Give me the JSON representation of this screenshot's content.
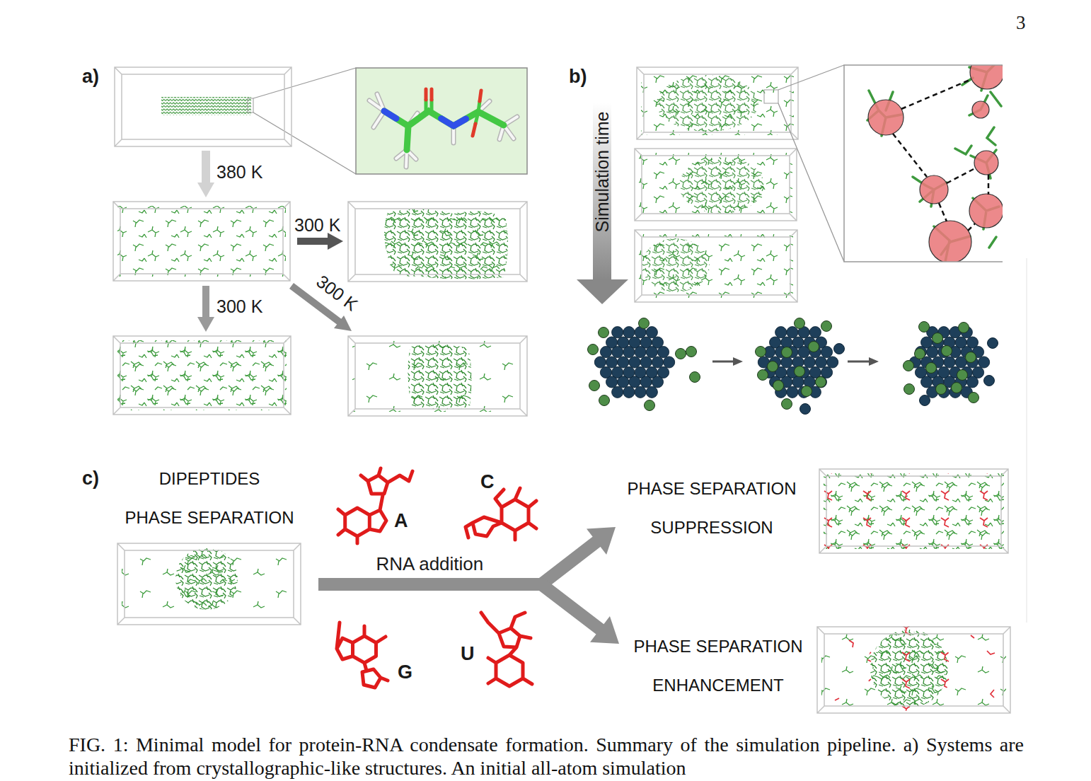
{
  "diagram": {
    "caption": "FIG. 1: Minimal model for protein-RNA condensate formation. Summary of the simulation pipeline. a) Systems are initialized from crystallographic-like structures. An initial all-atom simulation",
    "nodes": [
      {
        "text": [
          "DIPEPTIDES",
          "PHASE SEPARATION"
        ]
      },
      {
        "text": [
          "PHASE SEPARATION",
          "SUPPRESSION"
        ]
      },
      {
        "text": [
          "PHASE SEPARATION",
          "ENHANCEMENT"
        ]
      }
    ],
    "edges": [
      {
        "from": 0,
        "to": 1,
        "arrow": "to",
        "label": "RNA addition"
      },
      {
        "from": 0,
        "to": 2,
        "arrow": "to"
      }
    ],
    "labels": [
      "3",
      "a)",
      "380 K",
      "300 K",
      "300 K",
      "300 K",
      "b)",
      "Simulation time",
      "c)",
      "A",
      "C",
      "G",
      "U"
    ]
  }
}
